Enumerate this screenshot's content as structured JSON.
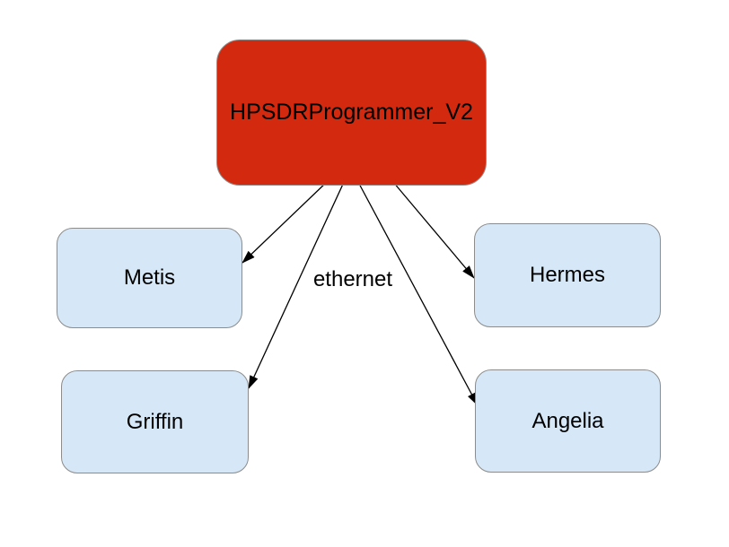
{
  "diagram": {
    "title_hint": "HPSDR programmer connection diagram",
    "root": {
      "label": "HPSDRProgrammer_V2",
      "fill": "#d3290e",
      "text_color": "#000000"
    },
    "nodes": [
      {
        "label": "Metis"
      },
      {
        "label": "Hermes"
      },
      {
        "label": "Griffin"
      },
      {
        "label": "Angelia"
      }
    ],
    "node_style": {
      "fill": "#d6e8f7",
      "border": "#8c8c8c",
      "text_color": "#000000"
    },
    "edges": [
      {
        "from": "HPSDRProgrammer_V2",
        "to": "Metis"
      },
      {
        "from": "HPSDRProgrammer_V2",
        "to": "Griffin"
      },
      {
        "from": "HPSDRProgrammer_V2",
        "to": "Angelia"
      },
      {
        "from": "HPSDRProgrammer_V2",
        "to": "Hermes"
      }
    ],
    "edge_label": "ethernet",
    "edge_color": "#000000",
    "background": "#ffffff"
  }
}
